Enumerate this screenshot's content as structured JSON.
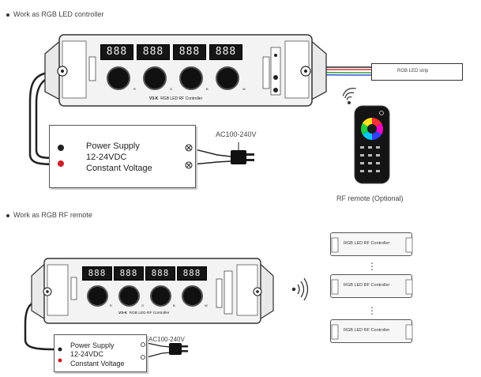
{
  "sections": {
    "controller_title": "Work as RGB LED controller",
    "remote_title": "Work as RGB RF remote"
  },
  "controller": {
    "model": "V3-K",
    "name": "RGB LED RF Controller",
    "display_digits": [
      "888",
      "888",
      "888",
      "888"
    ],
    "knob_letters": [
      "R",
      "G",
      "B",
      "W"
    ]
  },
  "power_supply": {
    "line1": "Power Supply",
    "line2": "12-24VDC",
    "line3": "Constant Voltage"
  },
  "mains": {
    "label": "AC100-240V"
  },
  "led_strip": {
    "label": "RGB LED strip"
  },
  "remote": {
    "caption": "RF remote (Optional)"
  },
  "receivers": {
    "label": "RGB LED RF Controller",
    "ellipsis": "⋮"
  },
  "colors": {
    "wire": "#222222",
    "red_terminal": "#d0202a",
    "strip_red": "#d93030",
    "strip_green": "#30a040",
    "strip_blue": "#3050d0"
  }
}
